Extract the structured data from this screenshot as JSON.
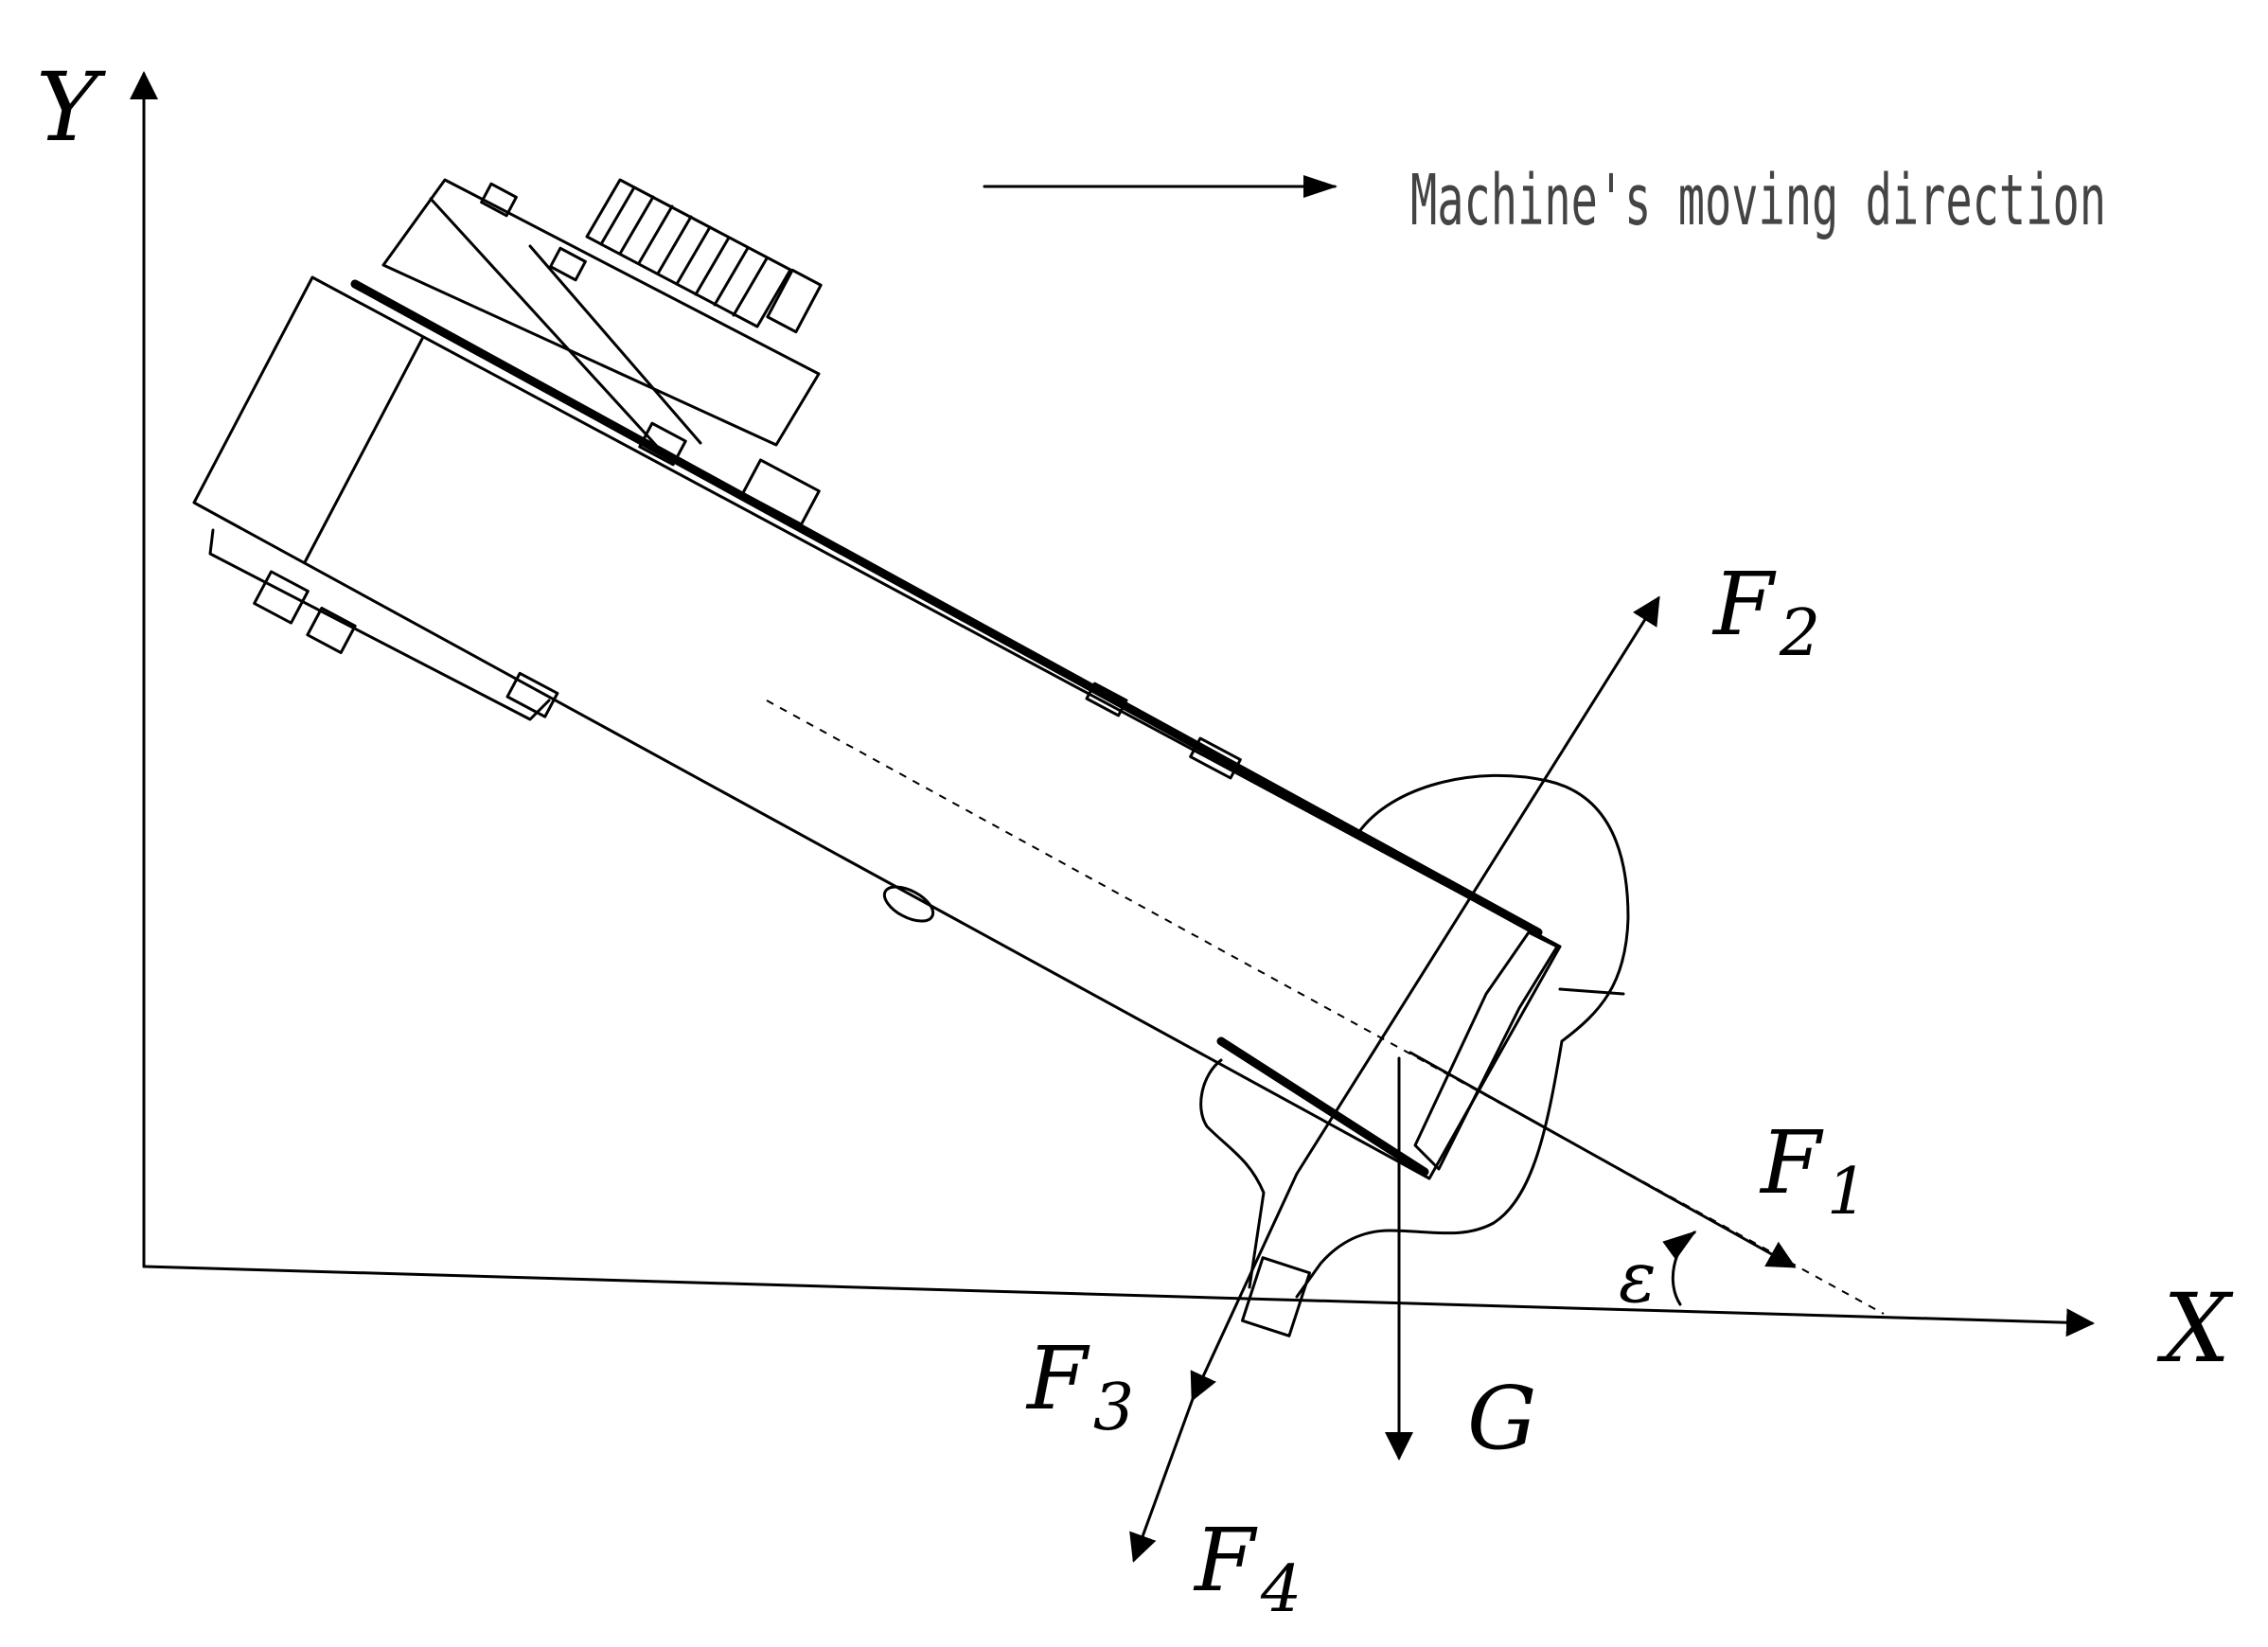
{
  "labels": {
    "y_axis": "Y",
    "x_axis": "X",
    "moving_direction": "Machine's moving direction",
    "angle": "ε",
    "f1": {
      "letter": "F",
      "sub": "1"
    },
    "f2": {
      "letter": "F",
      "sub": "2"
    },
    "f3": {
      "letter": "F",
      "sub": "3"
    },
    "f4": {
      "letter": "F",
      "sub": "4"
    },
    "g": "G"
  }
}
